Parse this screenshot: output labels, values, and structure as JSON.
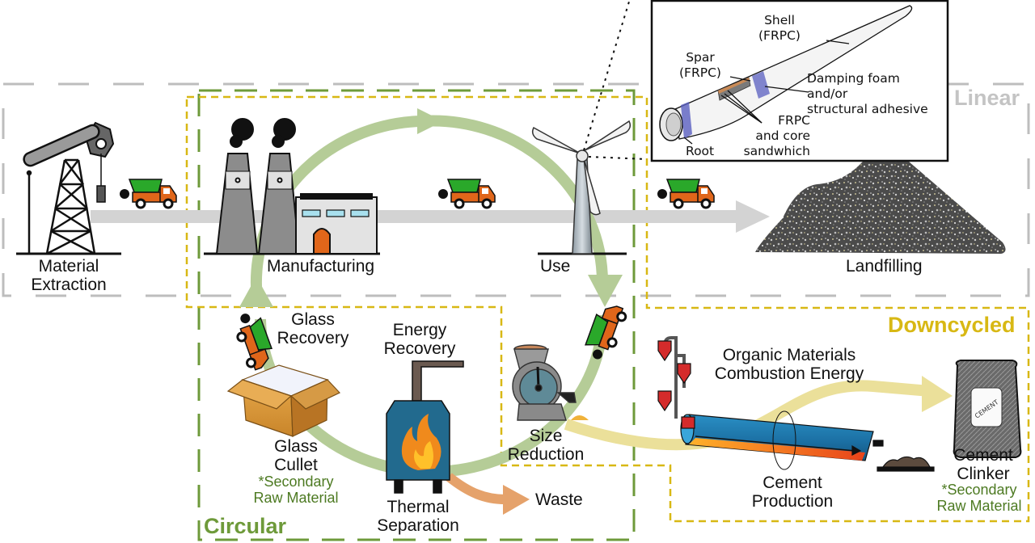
{
  "regions": {
    "linear": {
      "label": "Linear",
      "color": "#bdbdbd"
    },
    "circular": {
      "label": "Circular",
      "color": "#6e9a3a"
    },
    "downcycled": {
      "label": "Downcycled",
      "color": "#d8b814"
    }
  },
  "stages": {
    "extraction": {
      "line1": "Material",
      "line2": "Extraction"
    },
    "manufacturing": {
      "label": "Manufacturing"
    },
    "use": {
      "label": "Use"
    },
    "landfilling": {
      "label": "Landfilling"
    },
    "glass_recovery": {
      "line1": "Glass",
      "line2": "Recovery"
    },
    "glass_cullet": {
      "line1": "Glass",
      "line2": "Cullet"
    },
    "energy_recovery": {
      "line1": "Energy",
      "line2": "Recovery"
    },
    "thermal_separation": {
      "line1": "Thermal",
      "line2": "Separation"
    },
    "waste": {
      "label": "Waste"
    },
    "size_reduction": {
      "line1": "Size",
      "line2": "Reduction"
    },
    "organic_energy": {
      "line1": "Organic Materials",
      "line2": "Combustion Energy"
    },
    "cement_production": {
      "line1": "Cement",
      "line2": "Production"
    },
    "cement_clinker": {
      "line1": "Cement",
      "line2": "Clinker"
    }
  },
  "notes": {
    "secondary_line1": "*Secondary",
    "secondary_line2": "Raw Material"
  },
  "bag_label": "CEMENT",
  "inset": {
    "shell": {
      "line1": "Shell",
      "line2": "(FRPC)"
    },
    "spar": {
      "line1": "Spar",
      "line2": "(FRPC)"
    },
    "damping": {
      "line1": "Damping foam",
      "line2": "and/or",
      "line3": "structural adhesive"
    },
    "frpc_core": {
      "line1": "FRPC",
      "line2": "and core",
      "line3": "sandwhich"
    },
    "root": {
      "label": "Root"
    }
  },
  "colors": {
    "cycle_arrow": "#b5cc97",
    "linear_arrow": "#d3d3d3",
    "downcycle_arrow": "#ebe09a",
    "waste_arrow": "#e5a26b",
    "truck_cab": "#e0661a",
    "truck_bed": "#2aa82a"
  }
}
